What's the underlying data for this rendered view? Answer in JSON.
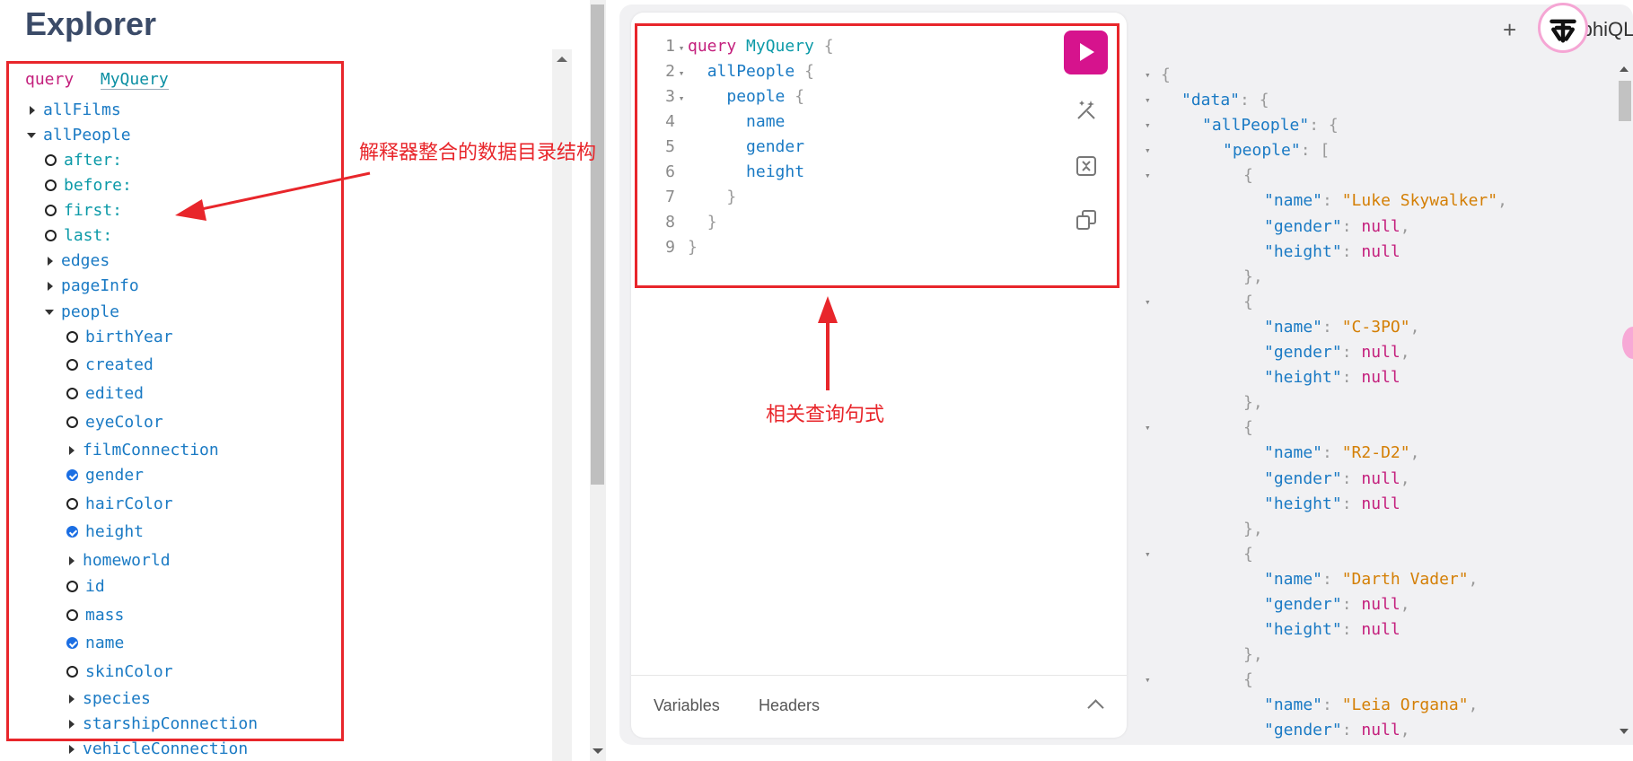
{
  "explorer": {
    "title": "Explorer",
    "query_keyword": "query",
    "operation_name": "MyQuery",
    "tree": [
      {
        "label": "allFilms",
        "kind": "caret-right",
        "level": 0
      },
      {
        "label": "allPeople",
        "kind": "caret-down",
        "level": 0
      },
      {
        "label": "after:",
        "kind": "arg",
        "level": 1
      },
      {
        "label": "before:",
        "kind": "arg",
        "level": 1
      },
      {
        "label": "first:",
        "kind": "arg",
        "level": 1
      },
      {
        "label": "last:",
        "kind": "arg",
        "level": 1
      },
      {
        "label": "edges",
        "kind": "caret-right",
        "level": 1
      },
      {
        "label": "pageInfo",
        "kind": "caret-right",
        "level": 1
      },
      {
        "label": "people",
        "kind": "caret-down",
        "level": 1
      },
      {
        "label": "birthYear",
        "kind": "radio",
        "level": 2
      },
      {
        "label": "created",
        "kind": "radio",
        "level": 2
      },
      {
        "label": "edited",
        "kind": "radio",
        "level": 2
      },
      {
        "label": "eyeColor",
        "kind": "radio",
        "level": 2
      },
      {
        "label": "filmConnection",
        "kind": "caret-right",
        "level": 2
      },
      {
        "label": "gender",
        "kind": "checked",
        "level": 2
      },
      {
        "label": "hairColor",
        "kind": "radio",
        "level": 2
      },
      {
        "label": "height",
        "kind": "checked",
        "level": 2
      },
      {
        "label": "homeworld",
        "kind": "caret-right",
        "level": 2
      },
      {
        "label": "id",
        "kind": "radio",
        "level": 2
      },
      {
        "label": "mass",
        "kind": "radio",
        "level": 2
      },
      {
        "label": "name",
        "kind": "checked",
        "level": 2
      },
      {
        "label": "skinColor",
        "kind": "radio",
        "level": 2
      },
      {
        "label": "species",
        "kind": "caret-right",
        "level": 2
      },
      {
        "label": "starshipConnection",
        "kind": "caret-right",
        "level": 2
      },
      {
        "label": "vehicleConnection",
        "kind": "caret-right",
        "level": 2
      }
    ]
  },
  "editor": {
    "lines": [
      {
        "n": "1",
        "fold": true,
        "code": [
          [
            "kw",
            "query "
          ],
          [
            "op",
            "MyQuery "
          ],
          [
            "punct",
            "{"
          ]
        ]
      },
      {
        "n": "2",
        "fold": true,
        "code": [
          [
            "sp",
            "  "
          ],
          [
            "fld",
            "allPeople "
          ],
          [
            "punct",
            "{"
          ]
        ]
      },
      {
        "n": "3",
        "fold": true,
        "code": [
          [
            "sp",
            "    "
          ],
          [
            "fld",
            "people "
          ],
          [
            "punct",
            "{"
          ]
        ]
      },
      {
        "n": "4",
        "fold": false,
        "code": [
          [
            "sp",
            "      "
          ],
          [
            "fld",
            "name"
          ]
        ]
      },
      {
        "n": "5",
        "fold": false,
        "code": [
          [
            "sp",
            "      "
          ],
          [
            "fld",
            "gender"
          ]
        ]
      },
      {
        "n": "6",
        "fold": false,
        "code": [
          [
            "sp",
            "      "
          ],
          [
            "fld",
            "height"
          ]
        ]
      },
      {
        "n": "7",
        "fold": false,
        "code": [
          [
            "sp",
            "    "
          ],
          [
            "punct",
            "}"
          ]
        ]
      },
      {
        "n": "8",
        "fold": false,
        "code": [
          [
            "sp",
            "  "
          ],
          [
            "punct",
            "}"
          ]
        ]
      },
      {
        "n": "9",
        "fold": false,
        "code": [
          [
            "punct",
            "}"
          ]
        ]
      }
    ],
    "tabs": {
      "variables": "Variables",
      "headers": "Headers"
    }
  },
  "result": {
    "lines": [
      {
        "fold": true,
        "indent": 0,
        "parts": [
          [
            "punct",
            "{"
          ]
        ]
      },
      {
        "fold": true,
        "indent": 1,
        "parts": [
          [
            "key",
            "\"data\""
          ],
          [
            "punct",
            ": {"
          ]
        ]
      },
      {
        "fold": true,
        "indent": 2,
        "parts": [
          [
            "key",
            "\"allPeople\""
          ],
          [
            "punct",
            ": {"
          ]
        ]
      },
      {
        "fold": true,
        "indent": 3,
        "parts": [
          [
            "key",
            "\"people\""
          ],
          [
            "punct",
            ": ["
          ]
        ]
      },
      {
        "fold": true,
        "indent": 4,
        "parts": [
          [
            "punct",
            "{"
          ]
        ]
      },
      {
        "fold": false,
        "indent": 5,
        "parts": [
          [
            "key",
            "\"name\""
          ],
          [
            "punct",
            ": "
          ],
          [
            "str",
            "\"Luke Skywalker\""
          ],
          [
            "punct",
            ","
          ]
        ]
      },
      {
        "fold": false,
        "indent": 5,
        "parts": [
          [
            "key",
            "\"gender\""
          ],
          [
            "punct",
            ": "
          ],
          [
            "nul",
            "null"
          ],
          [
            "punct",
            ","
          ]
        ]
      },
      {
        "fold": false,
        "indent": 5,
        "parts": [
          [
            "key",
            "\"height\""
          ],
          [
            "punct",
            ": "
          ],
          [
            "nul",
            "null"
          ]
        ]
      },
      {
        "fold": false,
        "indent": 4,
        "parts": [
          [
            "punct",
            "},"
          ]
        ]
      },
      {
        "fold": true,
        "indent": 4,
        "parts": [
          [
            "punct",
            "{"
          ]
        ]
      },
      {
        "fold": false,
        "indent": 5,
        "parts": [
          [
            "key",
            "\"name\""
          ],
          [
            "punct",
            ": "
          ],
          [
            "str",
            "\"C-3PO\""
          ],
          [
            "punct",
            ","
          ]
        ]
      },
      {
        "fold": false,
        "indent": 5,
        "parts": [
          [
            "key",
            "\"gender\""
          ],
          [
            "punct",
            ": "
          ],
          [
            "nul",
            "null"
          ],
          [
            "punct",
            ","
          ]
        ]
      },
      {
        "fold": false,
        "indent": 5,
        "parts": [
          [
            "key",
            "\"height\""
          ],
          [
            "punct",
            ": "
          ],
          [
            "nul",
            "null"
          ]
        ]
      },
      {
        "fold": false,
        "indent": 4,
        "parts": [
          [
            "punct",
            "},"
          ]
        ]
      },
      {
        "fold": true,
        "indent": 4,
        "parts": [
          [
            "punct",
            "{"
          ]
        ]
      },
      {
        "fold": false,
        "indent": 5,
        "parts": [
          [
            "key",
            "\"name\""
          ],
          [
            "punct",
            ": "
          ],
          [
            "str",
            "\"R2-D2\""
          ],
          [
            "punct",
            ","
          ]
        ]
      },
      {
        "fold": false,
        "indent": 5,
        "parts": [
          [
            "key",
            "\"gender\""
          ],
          [
            "punct",
            ": "
          ],
          [
            "nul",
            "null"
          ],
          [
            "punct",
            ","
          ]
        ]
      },
      {
        "fold": false,
        "indent": 5,
        "parts": [
          [
            "key",
            "\"height\""
          ],
          [
            "punct",
            ": "
          ],
          [
            "nul",
            "null"
          ]
        ]
      },
      {
        "fold": false,
        "indent": 4,
        "parts": [
          [
            "punct",
            "},"
          ]
        ]
      },
      {
        "fold": true,
        "indent": 4,
        "parts": [
          [
            "punct",
            "{"
          ]
        ]
      },
      {
        "fold": false,
        "indent": 5,
        "parts": [
          [
            "key",
            "\"name\""
          ],
          [
            "punct",
            ": "
          ],
          [
            "str",
            "\"Darth Vader\""
          ],
          [
            "punct",
            ","
          ]
        ]
      },
      {
        "fold": false,
        "indent": 5,
        "parts": [
          [
            "key",
            "\"gender\""
          ],
          [
            "punct",
            ": "
          ],
          [
            "nul",
            "null"
          ],
          [
            "punct",
            ","
          ]
        ]
      },
      {
        "fold": false,
        "indent": 5,
        "parts": [
          [
            "key",
            "\"height\""
          ],
          [
            "punct",
            ": "
          ],
          [
            "nul",
            "null"
          ]
        ]
      },
      {
        "fold": false,
        "indent": 4,
        "parts": [
          [
            "punct",
            "},"
          ]
        ]
      },
      {
        "fold": true,
        "indent": 4,
        "parts": [
          [
            "punct",
            "{"
          ]
        ]
      },
      {
        "fold": false,
        "indent": 5,
        "parts": [
          [
            "key",
            "\"name\""
          ],
          [
            "punct",
            ": "
          ],
          [
            "str",
            "\"Leia Organa\""
          ],
          [
            "punct",
            ","
          ]
        ]
      },
      {
        "fold": false,
        "indent": 5,
        "parts": [
          [
            "key",
            "\"gender\""
          ],
          [
            "punct",
            ": "
          ],
          [
            "nul",
            "null"
          ],
          [
            "punct",
            ","
          ]
        ]
      }
    ]
  },
  "header": {
    "add_tab": "+",
    "logo_text": "GraphiQL"
  },
  "annotations": {
    "explorer_note": "解释器整合的数据目录结构",
    "query_note": "相关查询句式",
    "color": "#e8262b"
  },
  "icons": [
    "play-icon",
    "prettify-icon",
    "merge-icon",
    "copy-icon",
    "chevron-up-icon",
    "graphiql-logo-icon"
  ]
}
